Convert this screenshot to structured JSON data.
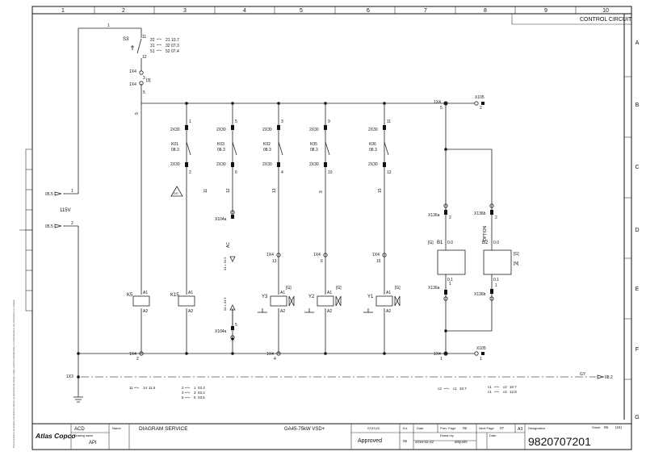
{
  "title_block": {
    "company": "Atlas Copco",
    "section": "ACD",
    "drawing_owner_label": "Drawing owner",
    "drawing_owner": "API",
    "name_label": "Name",
    "name": "DIAGRAM SERVICE",
    "model": "GA45-75kW VSD+",
    "status_label": "STATUS",
    "status": "Approved",
    "ed_label": "Ed.",
    "ed": "05",
    "date_label": "Date",
    "date": "2016-02-22",
    "prev_page_label": "Prev. Page",
    "prev_page": "05",
    "next_page_label": "Next Page",
    "next_page": "07",
    "size": "A3",
    "drawn_by_label": "Drawn by",
    "drawn_by": "amjoshi",
    "date2_label": "Date",
    "designation_label": "Designation",
    "designation": "9820707201",
    "sheet_label": "Sheet",
    "sheet": "06",
    "sheet_total": "(16)",
    "copyright": "This document is our property and shall not without our permission be altered, copied, used for manufacturing or communicated to any other person or company."
  },
  "header": {
    "title": "CONTROL CIRCUIT"
  },
  "columns": [
    "1",
    "2",
    "3",
    "4",
    "5",
    "6",
    "7",
    "8",
    "9",
    "10"
  ],
  "rows": [
    "A",
    "B",
    "C",
    "D",
    "E",
    "F",
    "G"
  ],
  "wires": {
    "w1": "1",
    "w2": "2",
    "w5": "5",
    "w11": "11",
    "w12": "12",
    "w13": "13",
    "w9": "9",
    "w15": "15",
    "w1b": "1",
    "w2b": "2",
    "w5b": "5",
    "v115": "115V",
    "ac": "AC",
    "gy": "GY",
    "option": "OPTION"
  },
  "refs": {
    "r051": "05.5",
    "r052": "05.5",
    "r082": "08.2",
    "s3_11": "11",
    "s3_12": "12",
    "s3_22": "22",
    "s3_21": "21",
    "s3_107": "10.7",
    "s3_31": "31",
    "s3_32": "32",
    "s3_073": "07.3",
    "s3_51": "51",
    "s3_52": "52",
    "s3_074": "07.4",
    "k_a1": "A1",
    "k_a2": "A2",
    "k_083": "08.3",
    "p3": "3",
    "p4": "4",
    "p5": "5",
    "p6": "6",
    "p9": "9",
    "p10": "10",
    "p11": "11",
    "p12": "12",
    "p13": "13",
    "p15": "15",
    "p1": "1",
    "p2": "2",
    "p01": "0.1",
    "p00": "0.0",
    "g": "[G]",
    "n": "[N]",
    "x_ref_a1": "11",
    "x_ref_a2": "14",
    "x_ref_a3": "11.6",
    "x_ref_b1": "2",
    "x_ref_b2": "1",
    "x_ref_b3": "03.4",
    "x_ref_c1": "4",
    "x_ref_c2": "3",
    "x_ref_c3": "03.4",
    "x_ref_d1": "6",
    "x_ref_d2": "5",
    "x_ref_d3": "03.5",
    "x_ref_e1": "c2",
    "x_ref_e2": "c1",
    "x_ref_e3": "10.7",
    "x_ref_f1": "c1",
    "x_ref_f2": "c2",
    "x_ref_f3": "10.7",
    "x_ref_g1": "c1",
    "x_ref_g2": "c2",
    "x_ref_g3": "12.8",
    "v_tag1": "04 L 04 9",
    "v_tag2": "04 L 04 9",
    "bracket_3": "[3]"
  },
  "components": {
    "S3": "S3",
    "X1_4": "1X4",
    "X1_3": "1X3",
    "X105": "X105",
    "X2_30": "2X30",
    "K01": "K01",
    "K03": "K03",
    "K02": "K02",
    "K05": "K05",
    "K06": "K06",
    "K5": "K5",
    "K15": "K15",
    "Y1": "Y1",
    "Y2": "Y2",
    "Y3": "Y3",
    "B1": "B1",
    "B2": "B2",
    "X104a": "X104a",
    "X136a": "X136a",
    "X136b": "X136b",
    "DS": "DS"
  }
}
